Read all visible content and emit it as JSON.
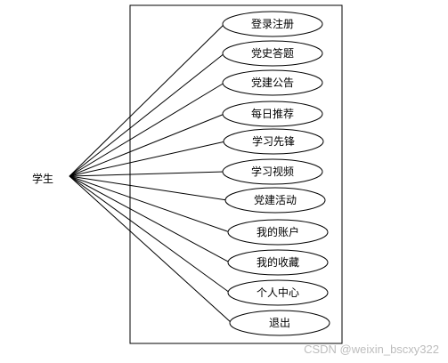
{
  "actor": {
    "label": "学生"
  },
  "use_cases": [
    {
      "label": "登录注册"
    },
    {
      "label": "党史答题"
    },
    {
      "label": "党建公告"
    },
    {
      "label": "每日推荐"
    },
    {
      "label": "学习先锋"
    },
    {
      "label": "学习视频"
    },
    {
      "label": "党建活动"
    },
    {
      "label": "我的账户"
    },
    {
      "label": "我的收藏"
    },
    {
      "label": "个人中心"
    },
    {
      "label": "退出"
    }
  ],
  "watermark": "CSDN @weixin_bscxy322"
}
